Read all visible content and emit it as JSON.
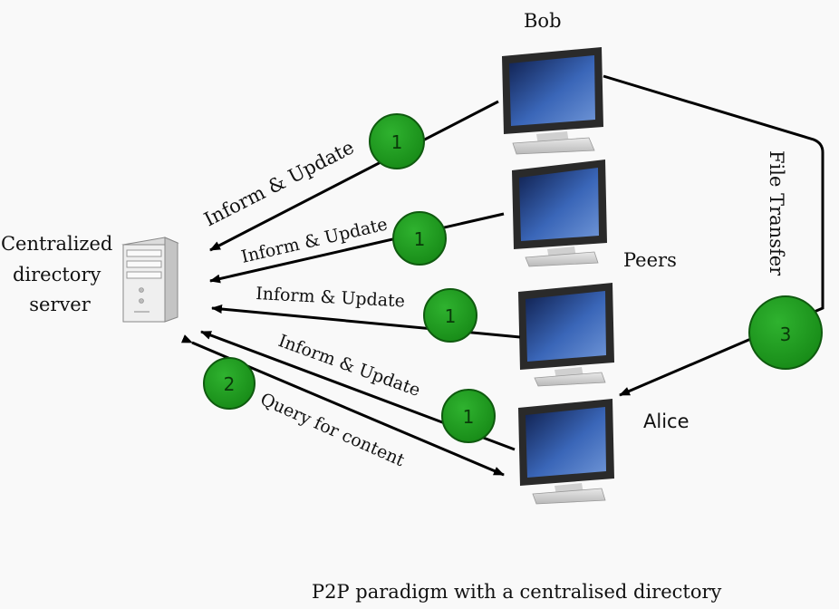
{
  "server": {
    "label_line1": "Centralized",
    "label_line2": "directory",
    "label_line3": "server"
  },
  "peers": {
    "bob": "Bob",
    "group": "Peers",
    "alice": "Alice"
  },
  "edges": {
    "inform_1": "Inform & Update",
    "inform_2": "Inform & Update",
    "inform_3": "Inform & Update",
    "inform_4": "Inform & Update",
    "query": "Query for content",
    "file_transfer": "File Transfer"
  },
  "steps": {
    "inform": "1",
    "query": "2",
    "transfer": "3"
  },
  "caption": "P2P paradigm with a centralised directory",
  "colors": {
    "step_circle": "#1f9a1f",
    "step_border": "#0f5a0f",
    "screen": "#2a4f9a",
    "arrow": "#000000"
  }
}
